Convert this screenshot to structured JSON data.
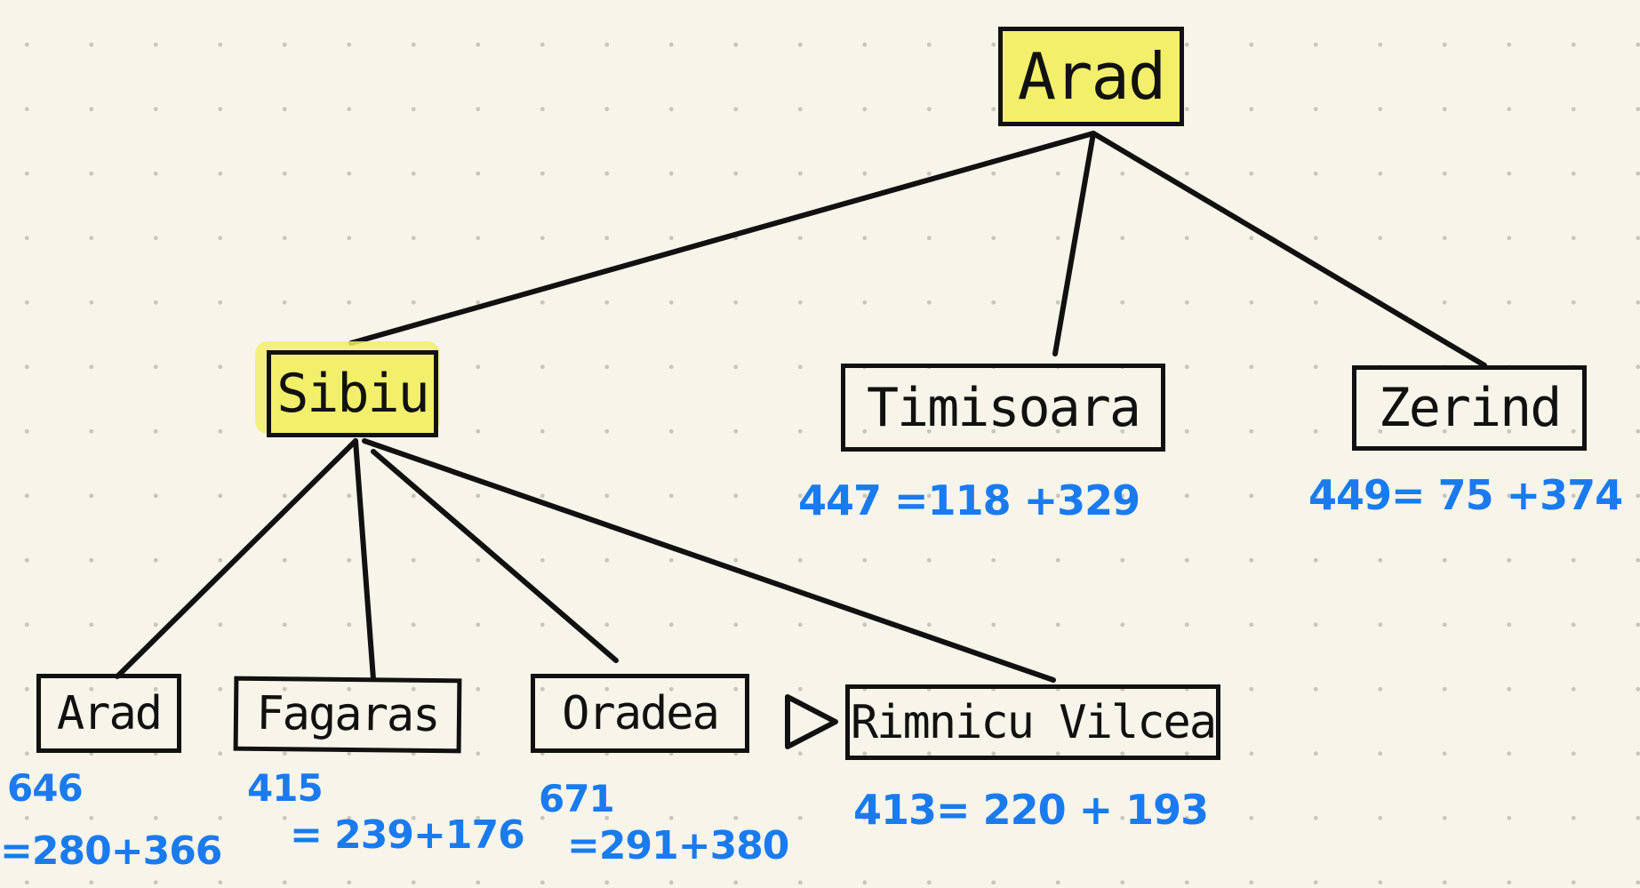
{
  "colors": {
    "background": "#f7f4ea",
    "highlight": "#f2ef6a",
    "edge": "#111111",
    "cost_text": "#1a7bef"
  },
  "nodes": {
    "root_arad": {
      "label": "Arad",
      "highlighted": true
    },
    "sibiu": {
      "label": "Sibiu",
      "highlighted": true
    },
    "timisoara": {
      "label": "Timisoara",
      "highlighted": false
    },
    "zerind": {
      "label": "Zerind",
      "highlighted": false
    },
    "arad2": {
      "label": "Arad",
      "highlighted": false
    },
    "fagaras": {
      "label": "Fagaras",
      "highlighted": false
    },
    "oradea": {
      "label": "Oradea",
      "highlighted": false
    },
    "rimnicu": {
      "label": "Rimnicu Vilcea",
      "highlighted": false
    }
  },
  "costs": {
    "timisoara": "447 =118 +329",
    "zerind": "449= 75 +374",
    "arad2_a": "646",
    "arad2_b": "=280+366",
    "fagaras_a": "415",
    "fagaras_b": "= 239+176",
    "oradea_a": "671",
    "oradea_b": "=291+380",
    "rimnicu": "413= 220 + 193"
  },
  "marker": {
    "icon": "next-expansion-triangle-icon",
    "glyph": "▷"
  }
}
